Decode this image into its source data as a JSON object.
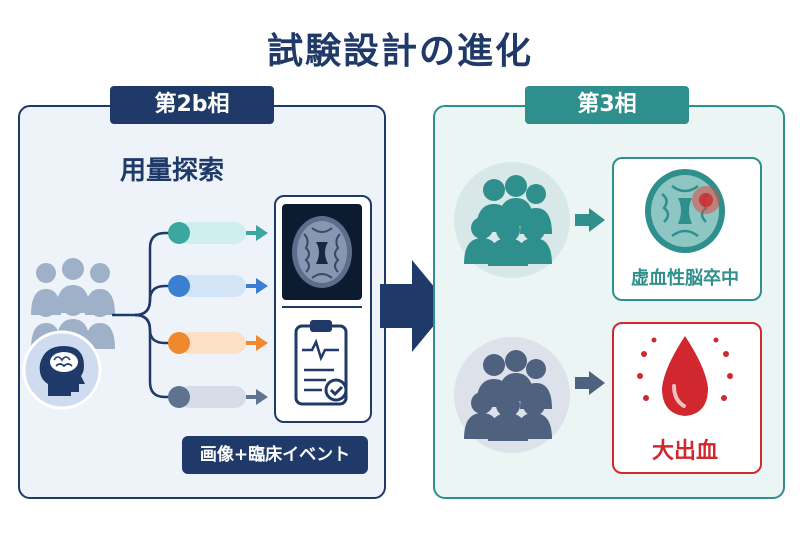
{
  "title": "試験設計の進化",
  "phase2": {
    "badge": "第2b相",
    "subtitle": "用量探索",
    "legend": "画像+臨床イベント",
    "arms": [
      {
        "color": "#3aa8a0",
        "pill": "#cfeeee"
      },
      {
        "color": "#3a7fd0",
        "pill": "#d3e4f7"
      },
      {
        "color": "#f0892e",
        "pill": "#fde0c6"
      },
      {
        "color": "#5f7390",
        "pill": "#d6dde8"
      }
    ]
  },
  "phase3": {
    "badge": "第3相",
    "outcomes": [
      {
        "label": "虚血性脳卒中",
        "color": "#2f8f8c"
      },
      {
        "label": "大出血",
        "color": "#d0282e"
      }
    ]
  },
  "colors": {
    "navy": "#1f3a68",
    "teal": "#2f8f8c",
    "red": "#d0282e",
    "slate": "#4e6280"
  }
}
